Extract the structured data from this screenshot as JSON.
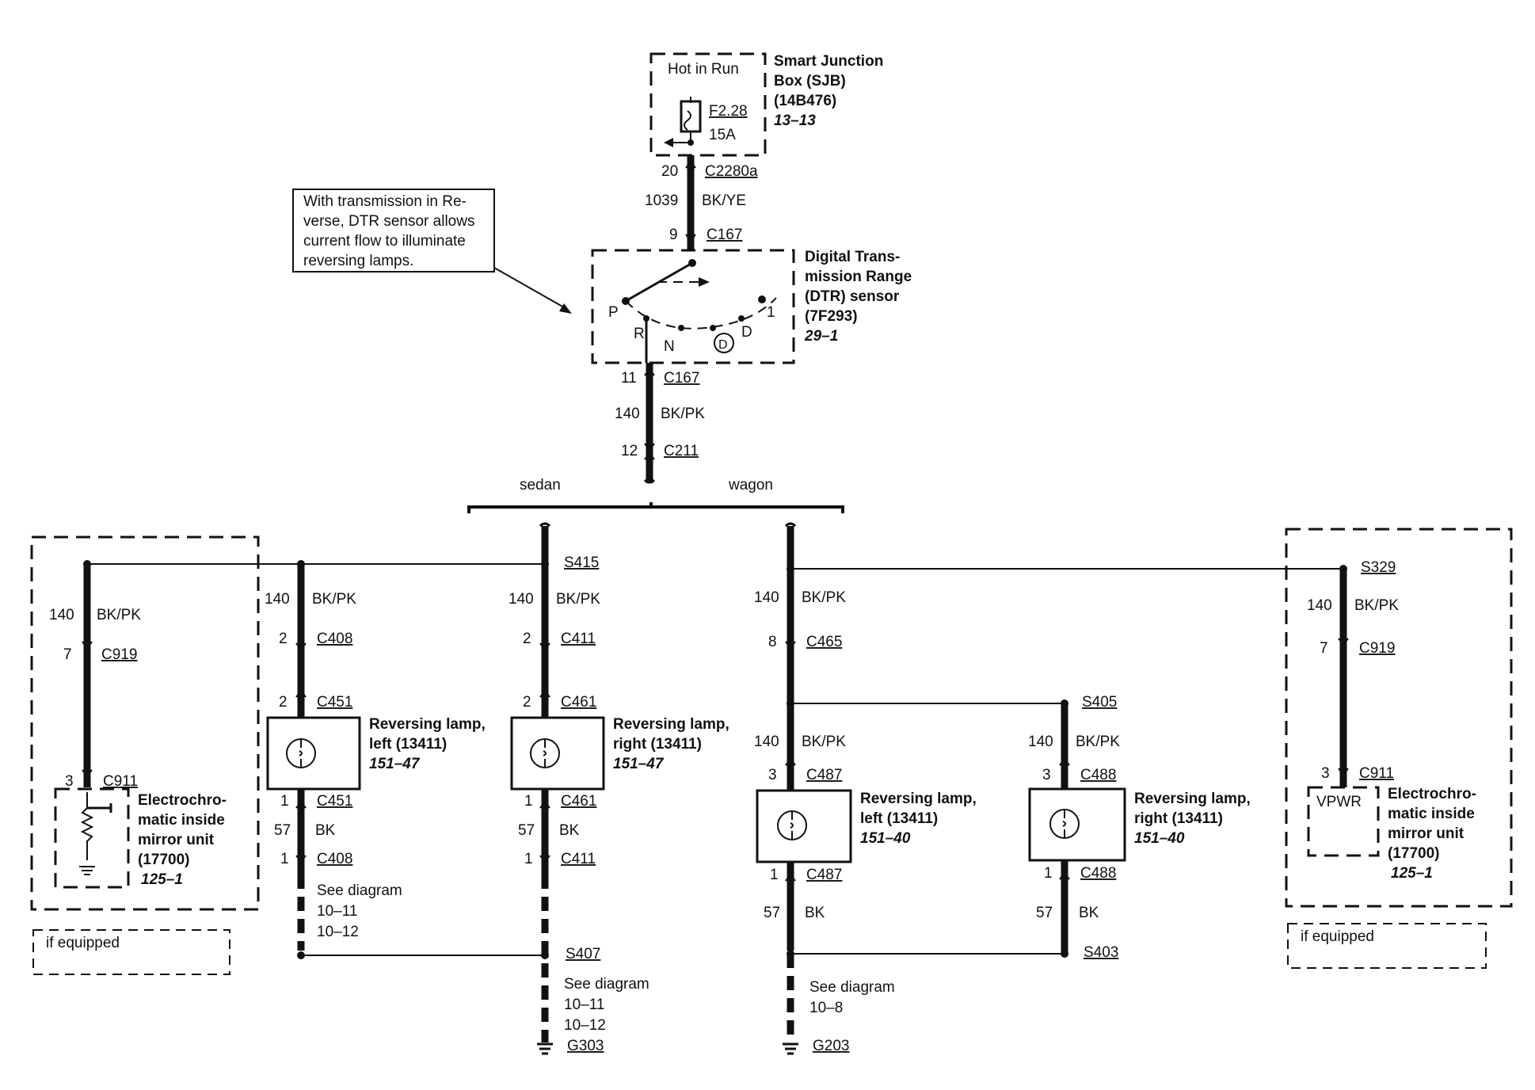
{
  "sjb": {
    "hot_label": "Hot in Run",
    "fuse": "F2.28",
    "amps": "15A",
    "title_lines": [
      "Smart Junction",
      "Box (SJB)",
      "(14B476)"
    ],
    "ref": "13–13"
  },
  "feed": {
    "pin_top": "20",
    "conn_top": "C2280a",
    "circuit": "1039",
    "color": "BK/YE",
    "pin_bot": "9",
    "conn_bot": "C167"
  },
  "note_lines": [
    "With transmission in Re-",
    "verse, DTR sensor allows",
    "current flow to illuminate",
    "reversing lamps."
  ],
  "dtr": {
    "title_lines": [
      "Digital Trans-",
      "mission Range",
      "(DTR) sensor",
      "(7F293)"
    ],
    "ref": "29–1",
    "positions": {
      "p": "P",
      "r": "R",
      "n": "N",
      "d_circle": "D",
      "d": "D",
      "one": "1"
    }
  },
  "out": {
    "pin1": "11",
    "conn1": "C167",
    "circuit": "140",
    "color": "BK/PK",
    "pin2": "12",
    "conn2": "C211"
  },
  "branches": {
    "sedan": "sedan",
    "wagon": "wagon"
  },
  "left_mirror": {
    "circuit": "140",
    "color": "BK/PK",
    "pin1": "7",
    "conn1": "C919",
    "pin2": "3",
    "conn2": "C911",
    "title_lines": [
      "Electrochro-",
      "matic inside",
      "mirror unit",
      "(17700)"
    ],
    "ref": "125–1",
    "if_equipped": "if equipped"
  },
  "sedan_left": {
    "circuit": "140",
    "color": "BK/PK",
    "pin_a": "2",
    "conn_a": "C408",
    "pin_b": "2",
    "conn_b": "C451",
    "title_lines": [
      "Reversing lamp,",
      "left (13411)"
    ],
    "ref": "151–47",
    "pin_c": "1",
    "conn_c": "C451",
    "gnd_circuit": "57",
    "gnd_color": "BK",
    "pin_d": "1",
    "conn_d": "C408",
    "see": [
      "See diagram",
      "10–11",
      "10–12"
    ]
  },
  "sedan_right": {
    "splice": "S415",
    "circuit": "140",
    "color": "BK/PK",
    "pin_a": "2",
    "conn_a": "C411",
    "pin_b": "2",
    "conn_b": "C461",
    "title_lines": [
      "Reversing lamp,",
      "right (13411)"
    ],
    "ref": "151–47",
    "pin_c": "1",
    "conn_c": "C461",
    "gnd_circuit": "57",
    "gnd_color": "BK",
    "pin_d": "1",
    "conn_d": "C411",
    "gnd_splice": "S407",
    "see": [
      "See diagram",
      "10–11",
      "10–12"
    ],
    "ground": "G303"
  },
  "wagon_left": {
    "circuit": "140",
    "color": "BK/PK",
    "pin_a": "8",
    "conn_a": "C465",
    "circuit2": "140",
    "color2": "BK/PK",
    "pin_b": "3",
    "conn_b": "C487",
    "title_lines": [
      "Reversing lamp,",
      "left (13411)"
    ],
    "ref": "151–40",
    "pin_c": "1",
    "conn_c": "C487",
    "gnd_circuit": "57",
    "gnd_color": "BK",
    "see": [
      "See diagram",
      "10–8"
    ],
    "ground": "G203"
  },
  "wagon_right": {
    "splice": "S405",
    "circuit": "140",
    "color": "BK/PK",
    "pin_b": "3",
    "conn_b": "C488",
    "title_lines": [
      "Reversing lamp,",
      "right (13411)"
    ],
    "ref": "151–40",
    "pin_c": "1",
    "conn_c": "C488",
    "gnd_circuit": "57",
    "gnd_color": "BK",
    "gnd_splice": "S403"
  },
  "right_mirror": {
    "splice": "S329",
    "circuit": "140",
    "color": "BK/PK",
    "pin1": "7",
    "conn1": "C919",
    "pin2": "3",
    "conn2": "C911",
    "inner": "VPWR",
    "title_lines": [
      "Electrochro-",
      "matic inside",
      "mirror unit",
      "(17700)"
    ],
    "ref": "125–1",
    "if_equipped": "if equipped"
  }
}
